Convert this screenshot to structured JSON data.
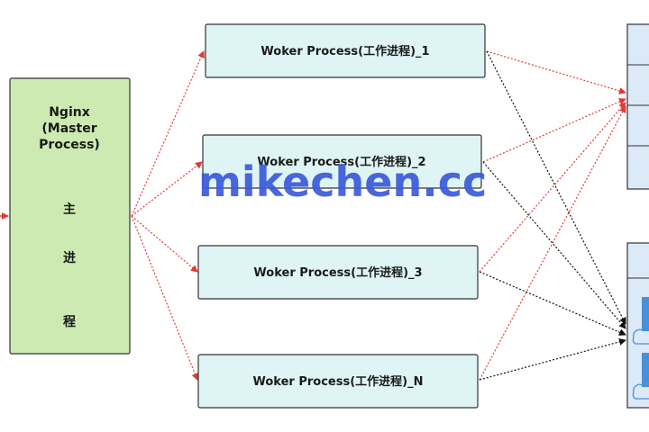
{
  "master": {
    "lines": [
      "Nginx",
      "(Master",
      "Process)"
    ],
    "chars": [
      "主",
      "进",
      "程"
    ]
  },
  "workers": [
    "Woker Process(工作进程)_1",
    "Woker Process(工作进程)_2",
    "Woker Process(工作进程)_3",
    "Woker Process(工作进程)_N"
  ],
  "watermark": "mikechen.cc",
  "colors": {
    "master_fill": "#cdeab2",
    "worker_fill": "#dff4f4",
    "right_fill": "#dce9f7",
    "red_arrow": "#e53935",
    "black_arrow": "#111111"
  }
}
